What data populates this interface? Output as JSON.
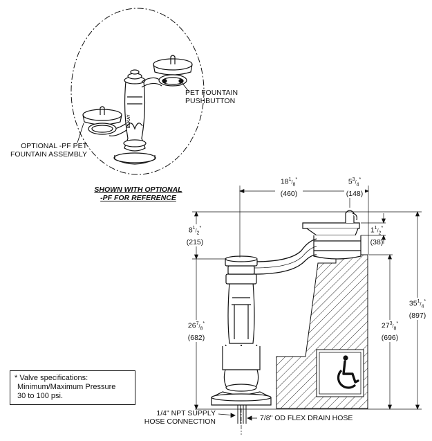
{
  "callouts": {
    "pet_fountain_pushbutton_line1": "PET FOUNTAIN",
    "pet_fountain_pushbutton_line2": "PUSHBUTTON",
    "optional_pf_line1": "OPTIONAL -PF PET",
    "optional_pf_line2": "FOUNTAIN ASSEMBLY",
    "shown_with_line1": "SHOWN WITH OPTIONAL",
    "shown_with_line2": "-PF FOR REFERENCE",
    "supply_line1": "1/4\" NPT SUPPLY",
    "supply_line2": "HOSE CONNECTION",
    "drain": "7/8\" OD FLEX DRAIN HOSE"
  },
  "dimensions": {
    "d1_whole": "18",
    "d1_num": "1",
    "d1_den": "8",
    "d1_mm": "(460)",
    "d2_whole": "5",
    "d2_num": "3",
    "d2_den": "4",
    "d2_mm": "(148)",
    "d3_whole": "8",
    "d3_num": "1",
    "d3_den": "2",
    "d3_mm": "(215)",
    "d4_whole": "1",
    "d4_num": "1",
    "d4_den": "2",
    "d4_mm": "(38)",
    "d5_whole": "26",
    "d5_num": "7",
    "d5_den": "8",
    "d5_mm": "(682)",
    "d6_whole": "27",
    "d6_num": "3",
    "d6_den": "8",
    "d6_mm": "(696)",
    "d7_whole": "35",
    "d7_num": "1",
    "d7_den": "4",
    "d7_mm": "(897)",
    "star": "*"
  },
  "spec_box": {
    "line1": "* Valve specifications:",
    "line2": "Minimum/Maximum Pressure",
    "line3": "30 to 100 psi."
  },
  "brand_text": "ELKAY",
  "icons": [
    "wheelchair-accessibility-icon"
  ]
}
